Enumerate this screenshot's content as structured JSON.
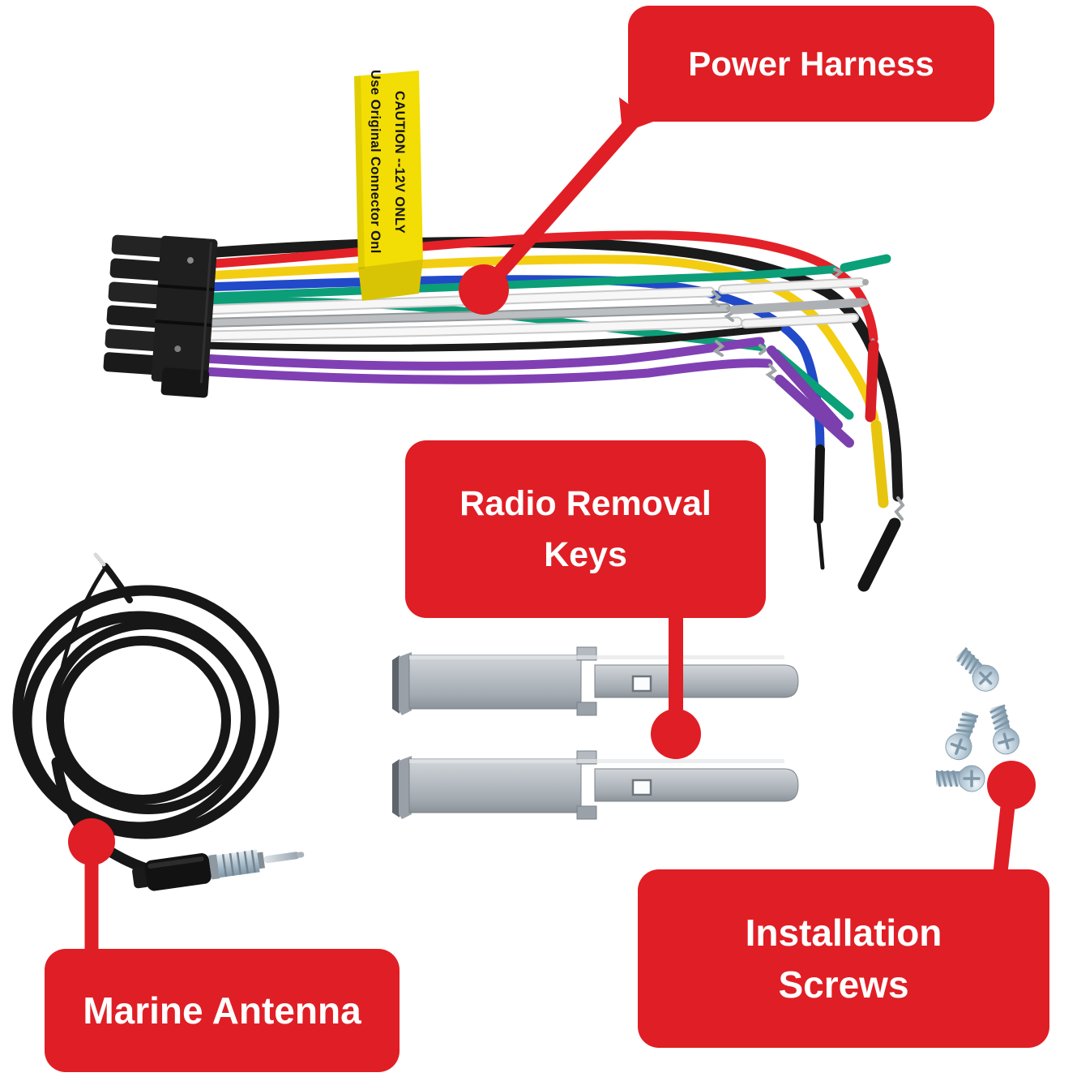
{
  "callouts": {
    "power_harness": {
      "label": "Power Harness"
    },
    "radio_removal_keys": {
      "line1": "Radio Removal",
      "line2": "Keys"
    },
    "installation_screws": {
      "line1": "Installation",
      "line2": "Screws"
    },
    "marine_antenna": {
      "label": "Marine Antenna"
    }
  },
  "caution_label": {
    "line1": "CAUTION --12V ONLY",
    "line2": "Use Original Connector Onl"
  },
  "colors": {
    "callout_red": "#e01e25",
    "caution_yellow": "#f2dd05",
    "key_metal_gray": "#b9bfc5",
    "screw_zinc": "#bcd0de"
  }
}
